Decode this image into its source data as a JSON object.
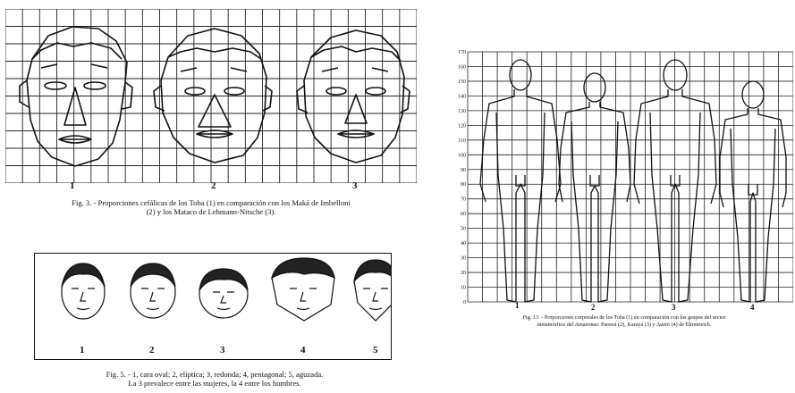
{
  "fig3": {
    "numbers": [
      "1",
      "2",
      "3"
    ],
    "caption_line1": "Fig. 3. - Proporciones cefálicas de los Toba (1) en comparación con los Maká de Imbelloni",
    "caption_line2": "(2) y los Mataco de Lehmann-Nitsche (3)."
  },
  "fig5": {
    "numbers": [
      "1",
      "2",
      "3",
      "4",
      "5"
    ],
    "caption_line1": "Fig. 5. - 1, cara oval; 2, elíptica; 3, redonda; 4, pentagonal; 5, aguzada.",
    "caption_line2": "La 3 prevalece entre las mujeres, la 4 entre los hombres."
  },
  "fig13": {
    "y_ticks": [
      "170",
      "160",
      "150",
      "140",
      "130",
      "120",
      "110",
      "100",
      "90",
      "80",
      "70",
      "60",
      "50",
      "40",
      "30",
      "20",
      "10",
      "0"
    ],
    "numbers": [
      "1",
      "2",
      "3",
      "4"
    ],
    "caption_line1": "Fig. 13. - Proporciones corporales de los Toba (1) en comparación con los grupos del sector",
    "caption_line2": "metamórfico del Amazonas: Paressí (2), Karayá (3) y Auetö (4) de Ehrenreich."
  }
}
